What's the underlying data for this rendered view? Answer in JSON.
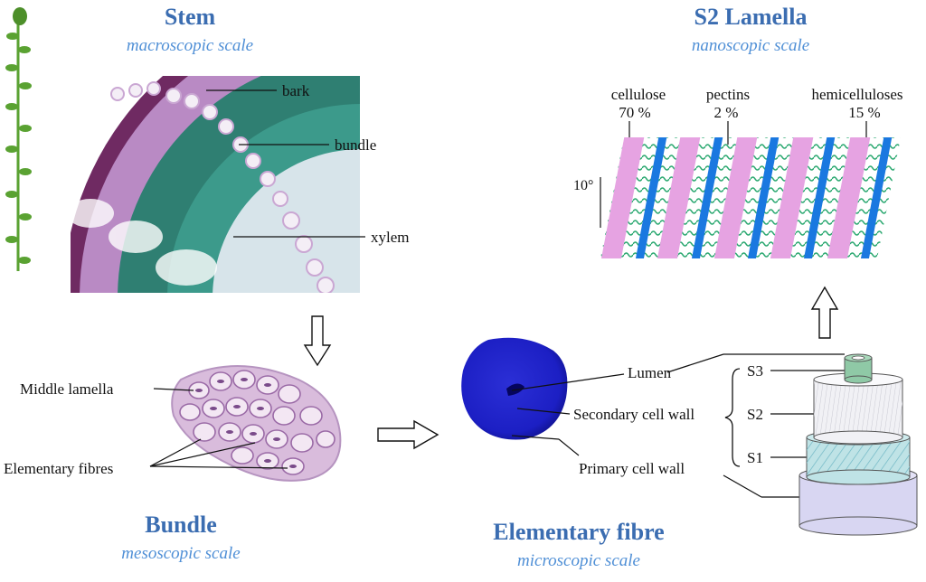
{
  "panels": {
    "stem": {
      "title": "Stem",
      "scale": "macroscopic scale",
      "labels": {
        "bark": "bark",
        "bundle": "bundle",
        "xylem": "xylem"
      }
    },
    "lamella": {
      "title": "S2 Lamella",
      "scale": "nanoscopic scale",
      "components": {
        "cellulose": {
          "name": "cellulose",
          "percent": "70 %"
        },
        "pectins": {
          "name": "pectins",
          "percent": "2 %"
        },
        "hemicelluloses": {
          "name": "hemicelluloses",
          "percent": "15 %"
        }
      },
      "angle": "10°"
    },
    "bundle": {
      "title": "Bundle",
      "scale": "mesoscopic scale",
      "labels": {
        "middle_lamella": "Middle lamella",
        "elementary_fibres": "Elementary fibres"
      }
    },
    "fibre": {
      "title": "Elementary fibre",
      "scale": "microscopic scale",
      "labels": {
        "lumen": "Lumen",
        "secondary_wall": "Secondary cell wall",
        "primary_wall": "Primary cell wall"
      },
      "layers": {
        "s3": "S3",
        "s2": "S2",
        "s1": "S1"
      }
    }
  },
  "colors": {
    "title": "#3b6db1",
    "subtitle": "#4f8fd6",
    "cellulose": "#e6a3e2",
    "pectin": "#1a78e0",
    "hemicellulose": "#2aa870"
  }
}
